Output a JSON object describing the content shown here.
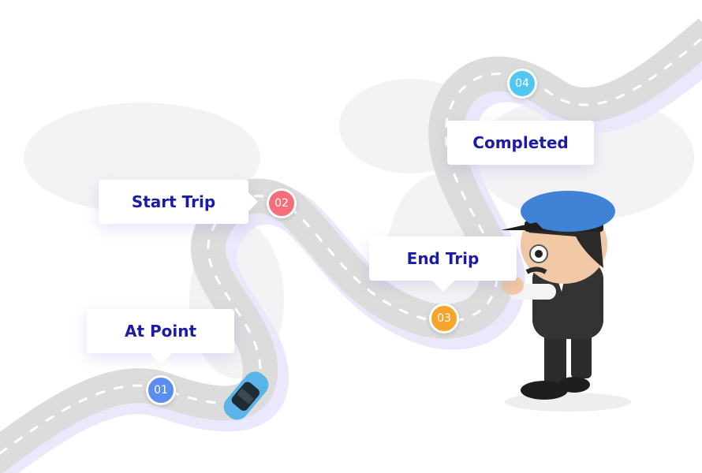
{
  "steps": [
    {
      "number": "01",
      "label": "At Point",
      "color": "#5b8ef0"
    },
    {
      "number": "02",
      "label": "Start Trip",
      "color": "#f46f7a"
    },
    {
      "number": "03",
      "label": "End Trip",
      "color": "#f5a52a"
    },
    {
      "number": "04",
      "label": "Completed",
      "color": "#52c6f2"
    }
  ]
}
